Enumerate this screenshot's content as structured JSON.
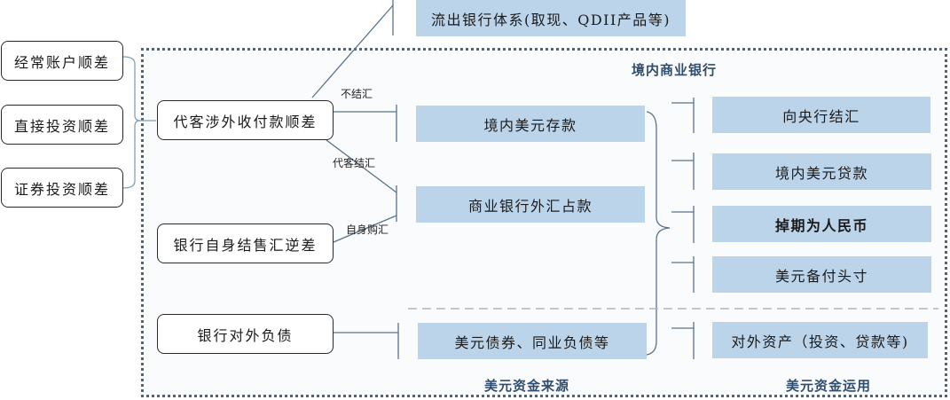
{
  "sources_left": [
    {
      "label": "经常账户顺差"
    },
    {
      "label": "直接投资顺差"
    },
    {
      "label": "证券投资顺差"
    }
  ],
  "middle_left": [
    {
      "label": "代客涉外收付款顺差"
    },
    {
      "label": "银行自身结售汇逆差"
    },
    {
      "label": "银行对外负债"
    }
  ],
  "outflow_box": {
    "label": "流出银行体系(取现、QDII产品等)"
  },
  "edge_labels": {
    "no_settle": "不结汇",
    "client_settle": "代客结汇",
    "self_purchase": "自身购汇"
  },
  "bank_section": {
    "title": "境内商业银行",
    "sources_title": "美元资金来源",
    "uses_title": "美元资金运用",
    "sources": [
      {
        "label": "境内美元存款"
      },
      {
        "label": "商业银行外汇占款"
      },
      {
        "label": "美元债券、同业负债等"
      }
    ],
    "uses": [
      {
        "label": "向央行结汇",
        "bold": false
      },
      {
        "label": "境内美元贷款",
        "bold": false
      },
      {
        "label": "掉期为人民币",
        "bold": true
      },
      {
        "label": "美元备付头寸",
        "bold": false
      },
      {
        "label": "对外资产（投资、贷款等)",
        "bold": false
      }
    ]
  },
  "colors": {
    "blue_box": "#bcd4ea",
    "frame_border": "#4e6478",
    "section_title": "#2f4d6e",
    "connector": "#5a7389"
  }
}
